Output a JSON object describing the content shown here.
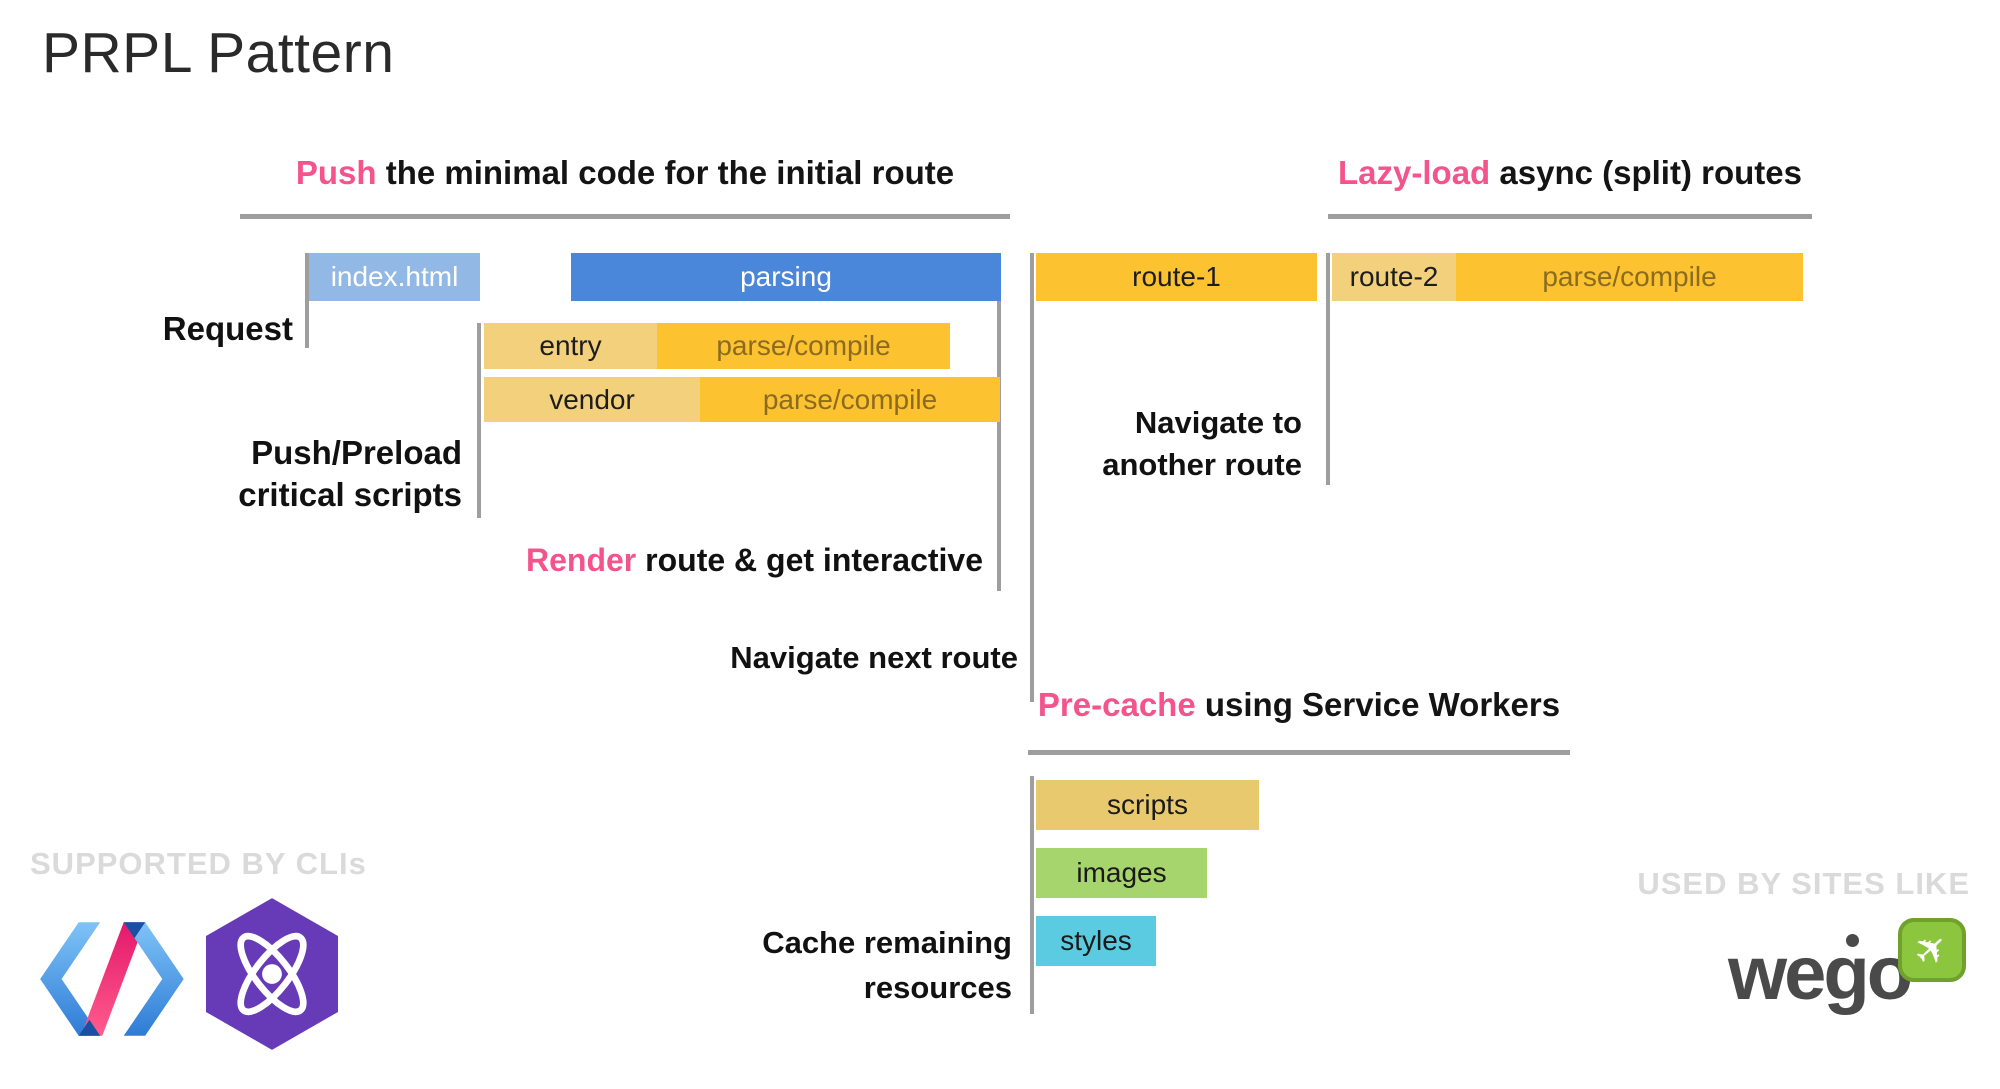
{
  "page": {
    "title": "PRPL Pattern"
  },
  "sections": {
    "push": {
      "highlight": "Push",
      "rest": " the minimal code for the initial route"
    },
    "lazy": {
      "highlight": "Lazy-load",
      "rest": " async (split) routes"
    },
    "precache": {
      "highlight": "Pre-cache",
      "rest": " using Service Workers"
    }
  },
  "labels": {
    "request": "Request",
    "push_preload": {
      "line1": "Push/Preload",
      "line2": "critical scripts"
    },
    "render": {
      "highlight": "Render",
      "rest": " route & get interactive"
    },
    "navigate_next": "Navigate next route",
    "navigate_another": {
      "line1": "Navigate to",
      "line2": "another route"
    },
    "cache_remaining": {
      "line1": "Cache remaining",
      "line2": "resources"
    }
  },
  "bars": {
    "index_html": {
      "label": "index.html"
    },
    "parsing": {
      "label": "parsing"
    },
    "route1": {
      "label": "route-1"
    },
    "route2": {
      "label": "route-2",
      "parse": "parse/compile"
    },
    "entry": {
      "label": "entry",
      "parse": "parse/compile"
    },
    "vendor": {
      "label": "vendor",
      "parse": "parse/compile"
    },
    "scripts": {
      "label": "scripts"
    },
    "images": {
      "label": "images"
    },
    "styles": {
      "label": "styles"
    }
  },
  "footer": {
    "supported": "SUPPORTED BY CLIs",
    "used": "USED BY SITES LIKE",
    "wego_label": "wego",
    "icons": {
      "polymer": "polymer-logo",
      "preact": "preact-logo",
      "wego_plane": "airplane"
    }
  },
  "colors": {
    "accent_pink": "#F4538B",
    "blue_light": "#92B9E6",
    "blue": "#4A86D9",
    "gold_light": "#F2D07C",
    "amber": "#FCC230",
    "khaki": "#E9C96E",
    "green": "#A6D46D",
    "cyan": "#5BCBE2",
    "line_gray": "#9E9E9E",
    "watermark_gray": "#DADADA",
    "parse_text": "#8A6B20",
    "wego_gray": "#4A4A4A",
    "wego_green": "#8CC63E"
  }
}
